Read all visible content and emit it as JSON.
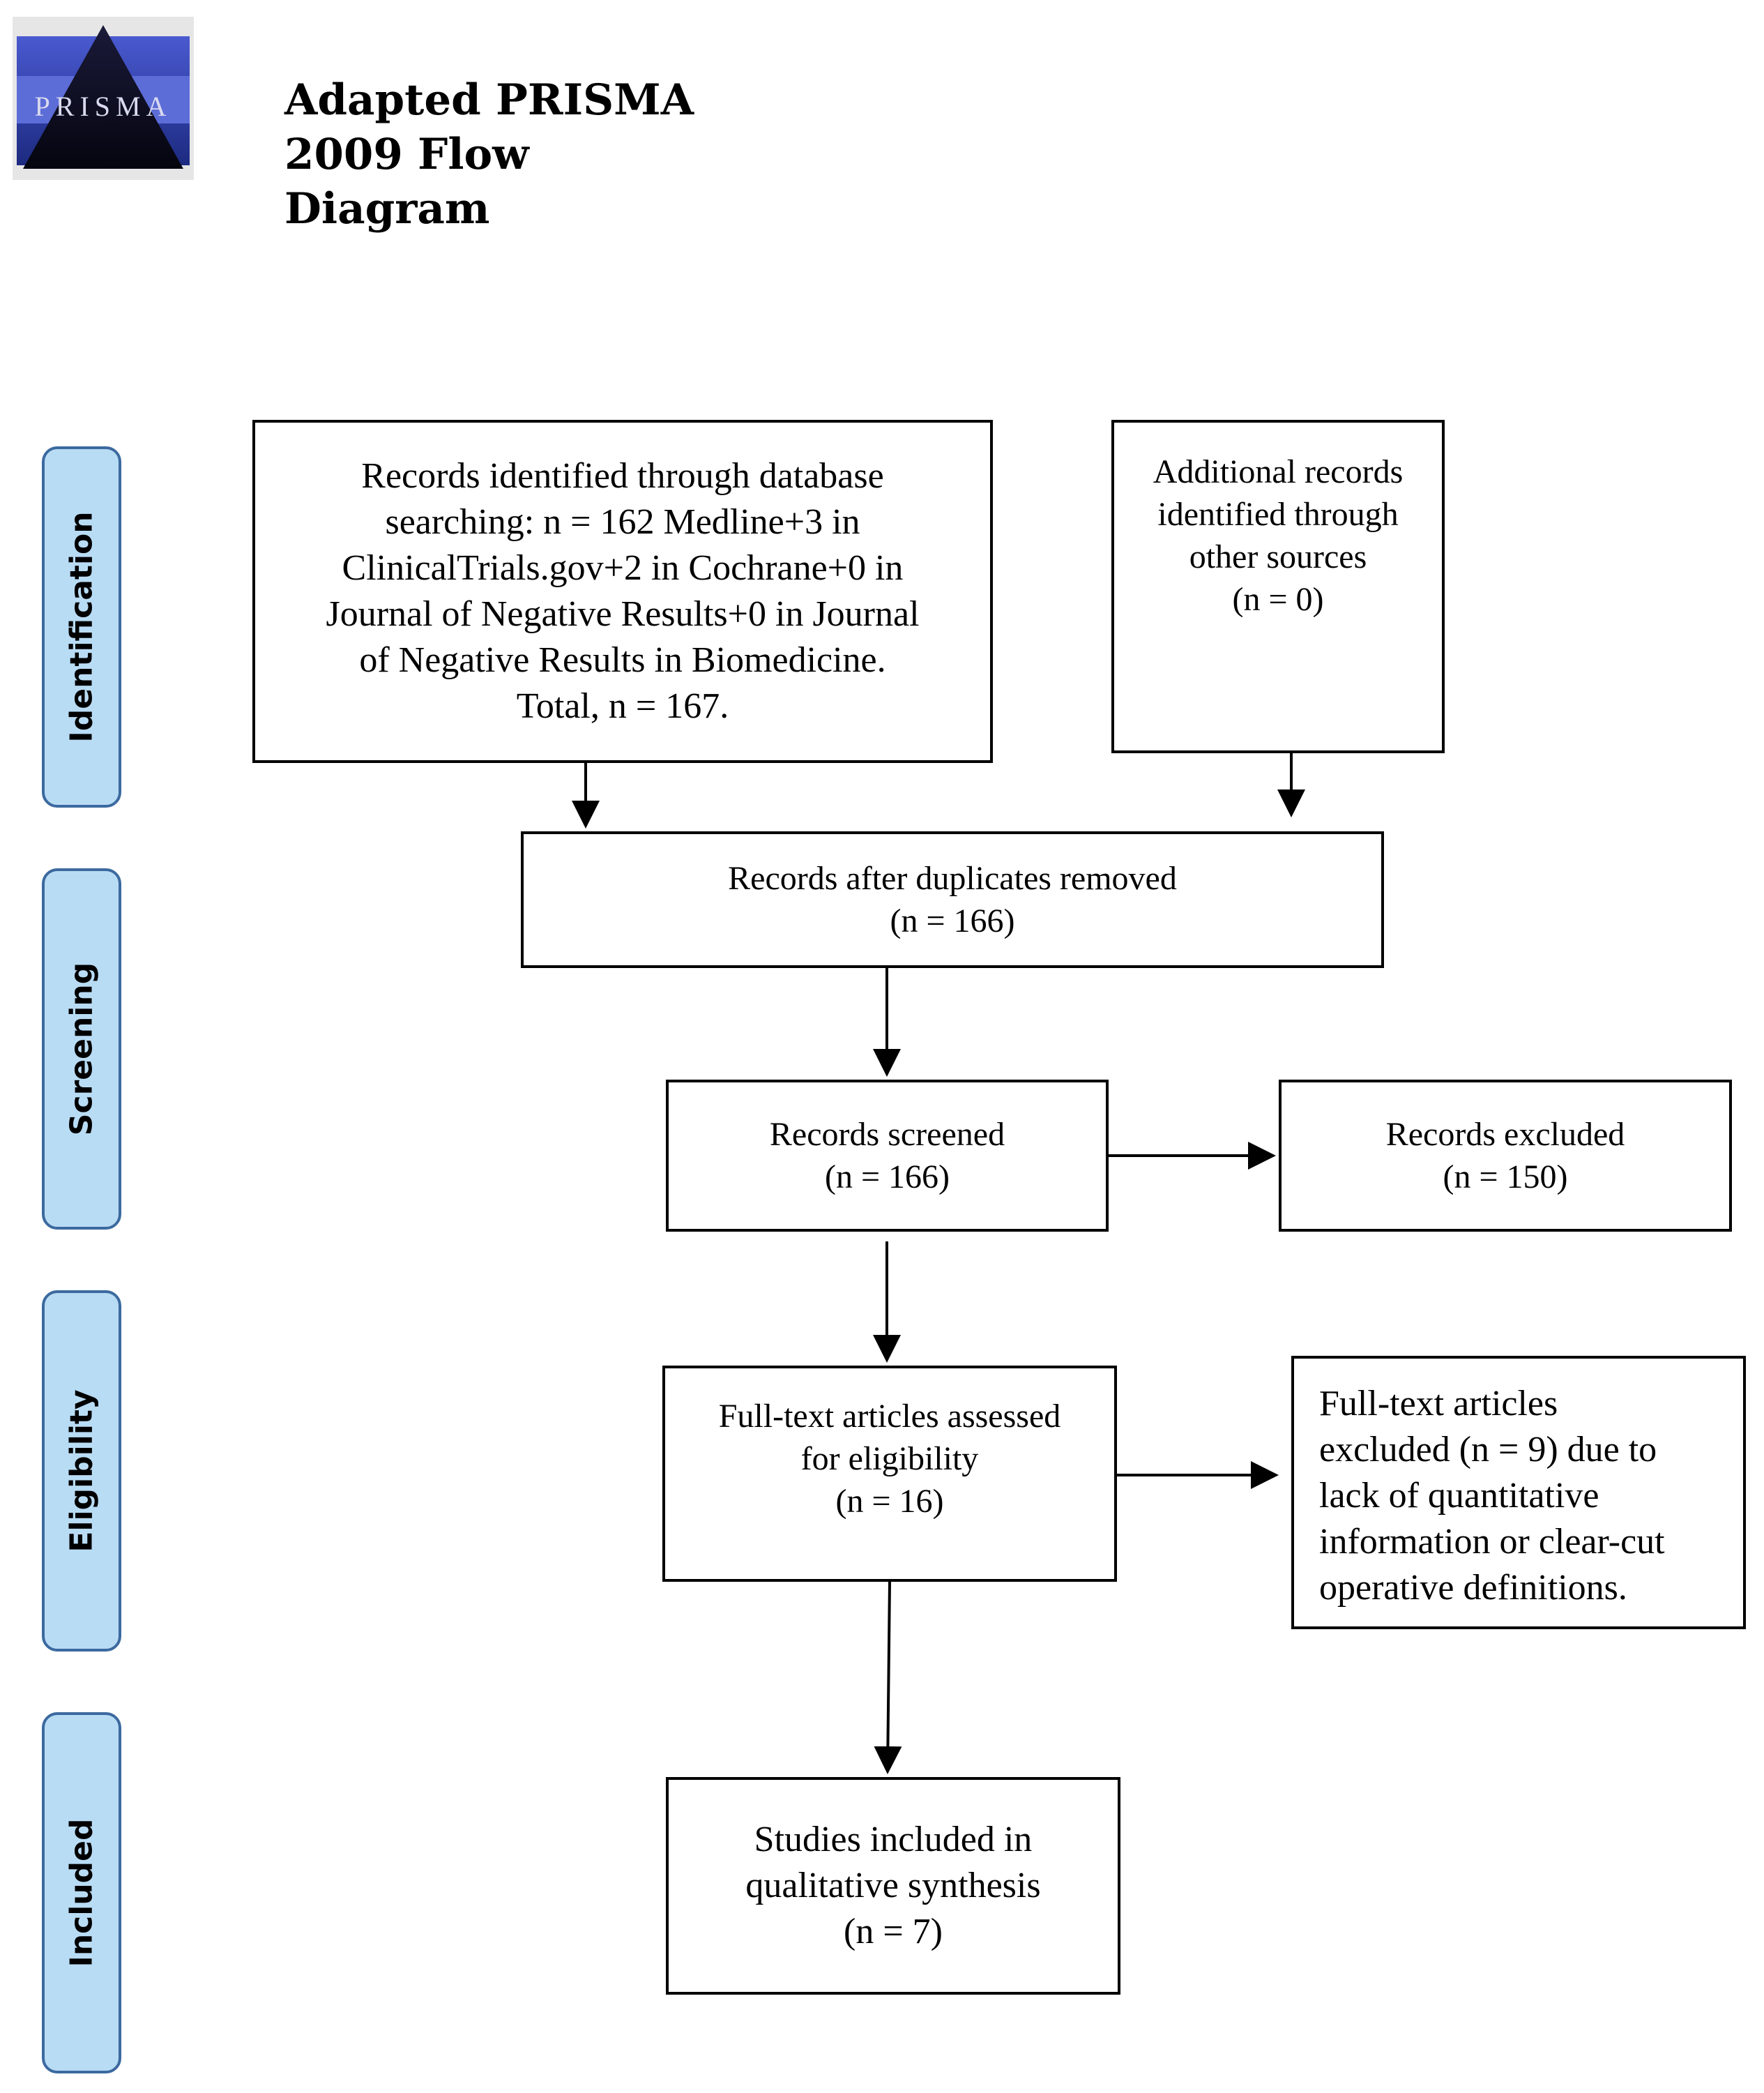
{
  "logo": {
    "text": "PRISMA"
  },
  "title": "Adapted PRISMA 2009 Flow Diagram",
  "phases": {
    "identification": "Identification",
    "screening": "Screening",
    "eligibility": "Eligibility",
    "included": "Included"
  },
  "boxes": {
    "database_search": "Records identified through database\nsearching: n = 162 Medline+3 in\nClinicalTrials.gov+2 in Cochrane+0 in\nJournal of Negative Results+0 in Journal\nof Negative Results in Biomedicine.\nTotal, n = 167.",
    "other_sources": "Additional records\nidentified through\nother sources\n(n = 0)",
    "duplicates_removed": "Records after duplicates removed\n(n = 166)",
    "screened": "Records screened\n(n = 166)",
    "excluded": "Records excluded\n(n = 150)",
    "fulltext_assessed": "Full-text articles assessed\nfor eligibility\n(n = 16)",
    "fulltext_excluded": "Full-text articles\nexcluded (n = 9) due to\nlack of quantitative\ninformation or clear-cut\noperative definitions.",
    "included": "Studies included in\nqualitative synthesis\n(n = 7)"
  },
  "colors": {
    "phase_fill": "#b9dcf5",
    "phase_border": "#3c6a9f",
    "logo_blue": "#2a3a9a",
    "line": "#000000"
  }
}
